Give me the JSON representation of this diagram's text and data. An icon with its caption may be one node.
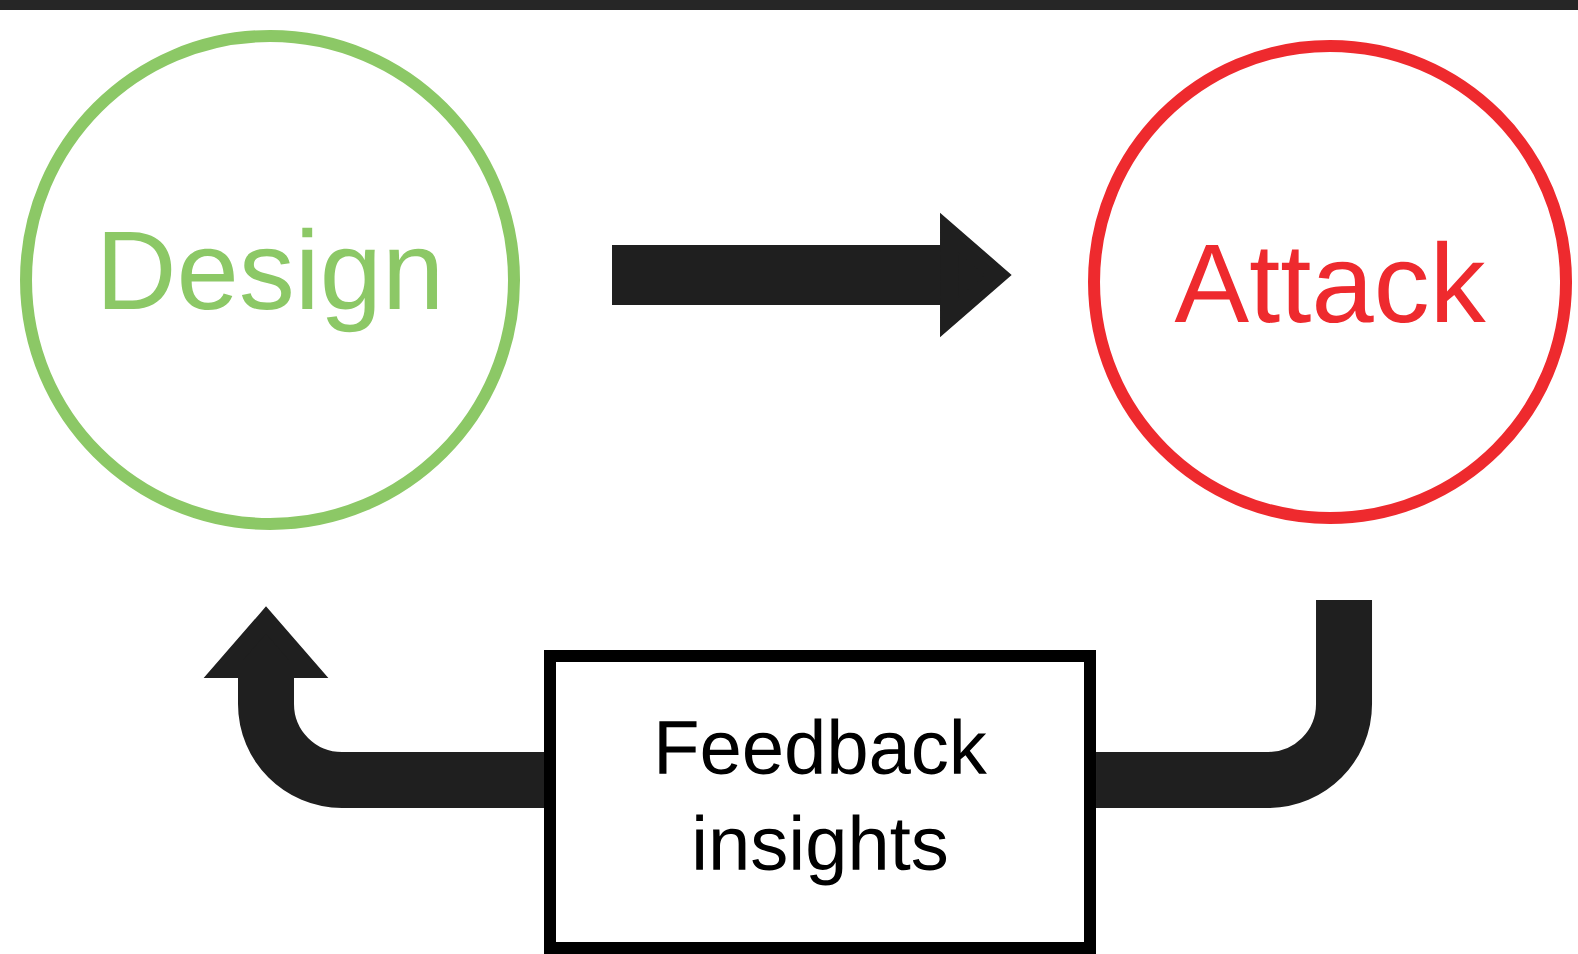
{
  "diagram": {
    "nodes": [
      {
        "text": [
          "Design"
        ]
      },
      {
        "text": [
          "Attack"
        ]
      },
      {
        "text": [
          "Feedback insights"
        ]
      }
    ],
    "edges": [
      {
        "from": 0,
        "to": 1,
        "arrow": "to"
      },
      {
        "from": 1,
        "to": 2,
        "arrow": "none"
      },
      {
        "from": 2,
        "to": 0,
        "arrow": "to"
      }
    ]
  }
}
